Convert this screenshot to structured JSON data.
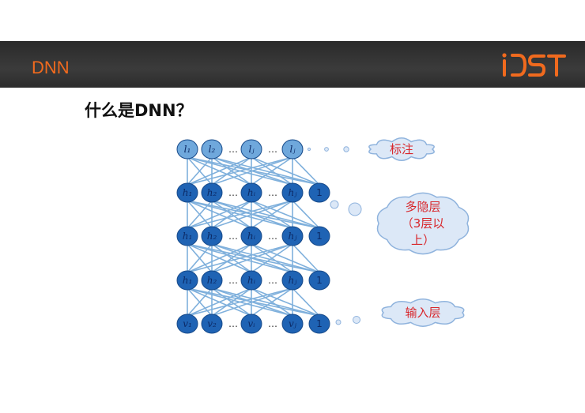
{
  "header": {
    "title": "DNN",
    "logo_text": "iDST",
    "bar_color": "#333333",
    "accent_color": "#f06a1e"
  },
  "subtitle": "什么是DNN？",
  "diagram": {
    "layers": [
      {
        "role": "label",
        "nodes": [
          "l₁",
          "l₂",
          "…",
          "lⱼ",
          "…",
          "lⱼ"
        ],
        "bias": null
      },
      {
        "role": "hidden",
        "nodes": [
          "h₁",
          "h₂",
          "…",
          "hᵢ",
          "…",
          "hⱼ"
        ],
        "bias": "1"
      },
      {
        "role": "hidden",
        "nodes": [
          "h₁",
          "h₂",
          "…",
          "hᵢ",
          "…",
          "hⱼ"
        ],
        "bias": "1"
      },
      {
        "role": "hidden",
        "nodes": [
          "h₁",
          "h₂",
          "…",
          "hᵢ",
          "…",
          "hⱼ"
        ],
        "bias": "1"
      },
      {
        "role": "input",
        "nodes": [
          "v₁",
          "v₂",
          "…",
          "vᵢ",
          "…",
          "vⱼ"
        ],
        "bias": "1"
      }
    ],
    "callouts": {
      "label": "标注",
      "hidden": [
        "多隐层",
        "（3层以",
        "上）"
      ],
      "input": "输入层"
    },
    "colors": {
      "label_node": "#6fa8dc",
      "unit_node": "#1f63b4",
      "edge": "#7fb0dc",
      "cloud_fill": "#dce8f7",
      "cloud_stroke": "#8fb3dd",
      "cloud_text": "#d8262b"
    }
  }
}
